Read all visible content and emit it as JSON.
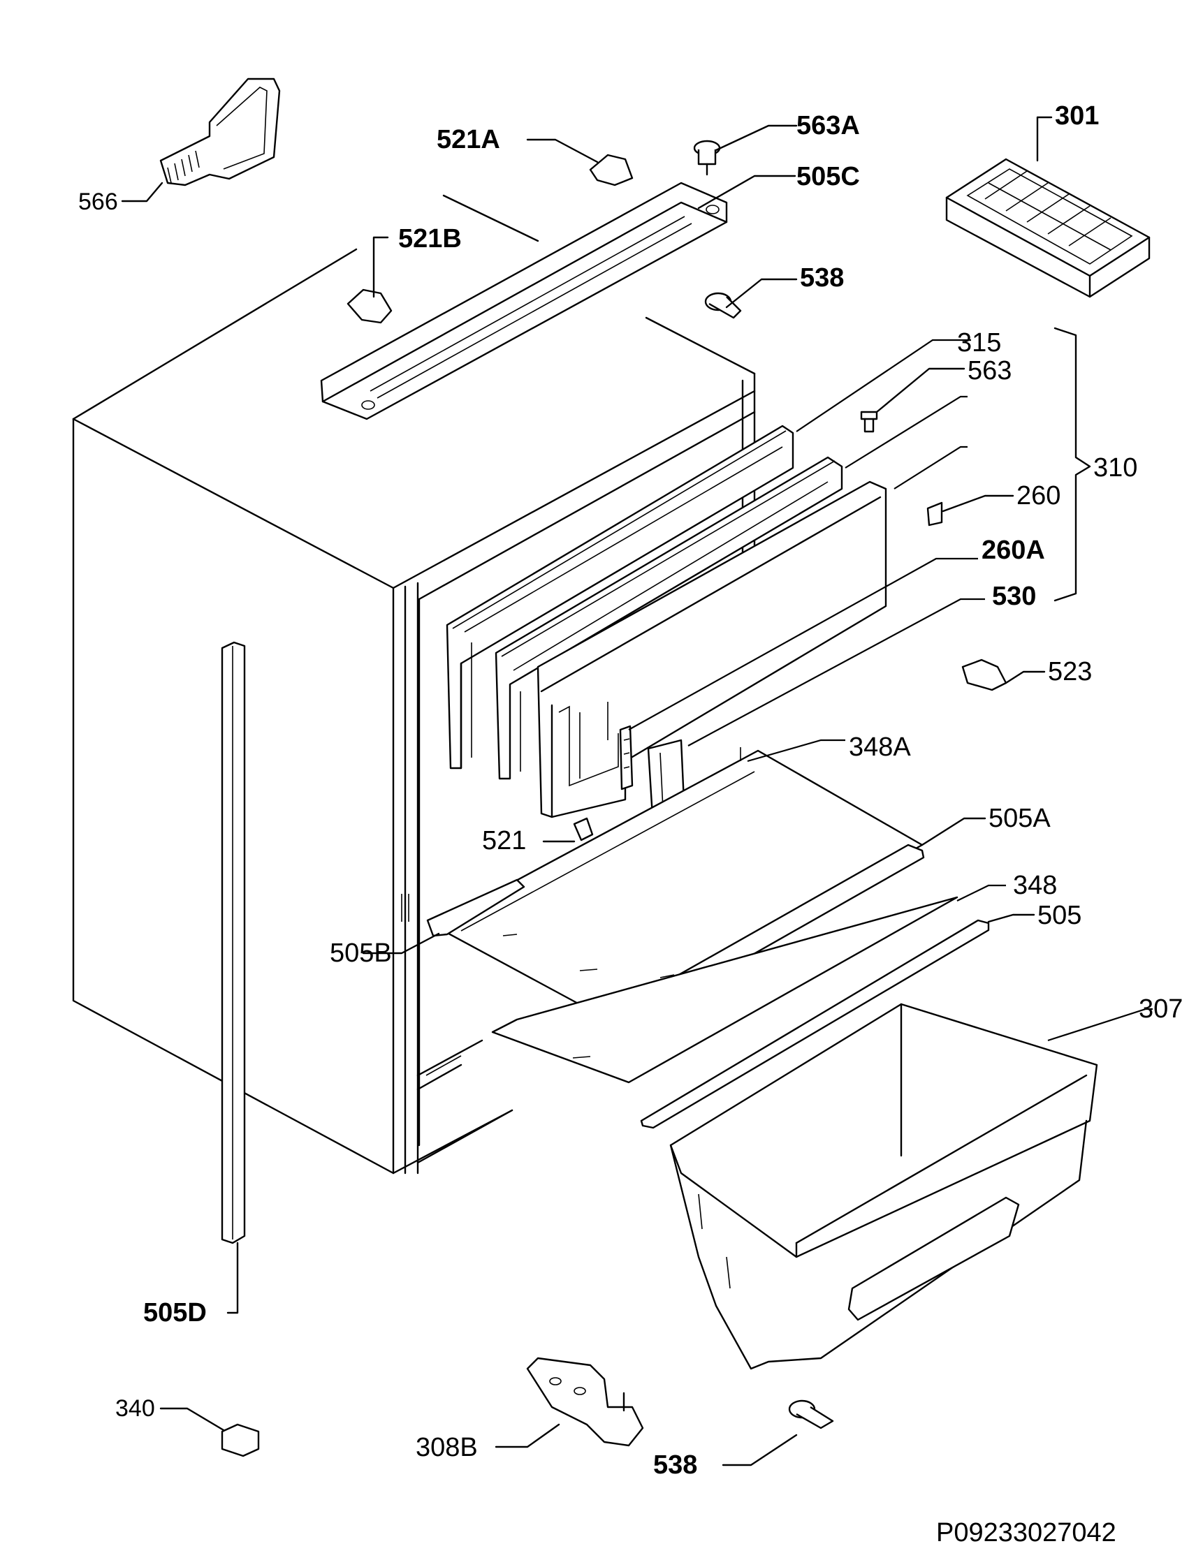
{
  "diagram": {
    "reference_code": "P09233027042",
    "labels": {
      "p566": "566",
      "p521A": "521A",
      "p563A": "563A",
      "p505C": "505C",
      "p301": "301",
      "p521B": "521B",
      "p538_top": "538",
      "p315": "315",
      "p563": "563",
      "p310": "310",
      "p260": "260",
      "p260A": "260A",
      "p530": "530",
      "p523": "523",
      "p348A": "348A",
      "p505A": "505A",
      "p521": "521",
      "p348": "348",
      "p505": "505",
      "p505B": "505B",
      "p307": "307",
      "p505D": "505D",
      "p340": "340",
      "p308B": "308B",
      "p538_bottom": "538"
    }
  }
}
